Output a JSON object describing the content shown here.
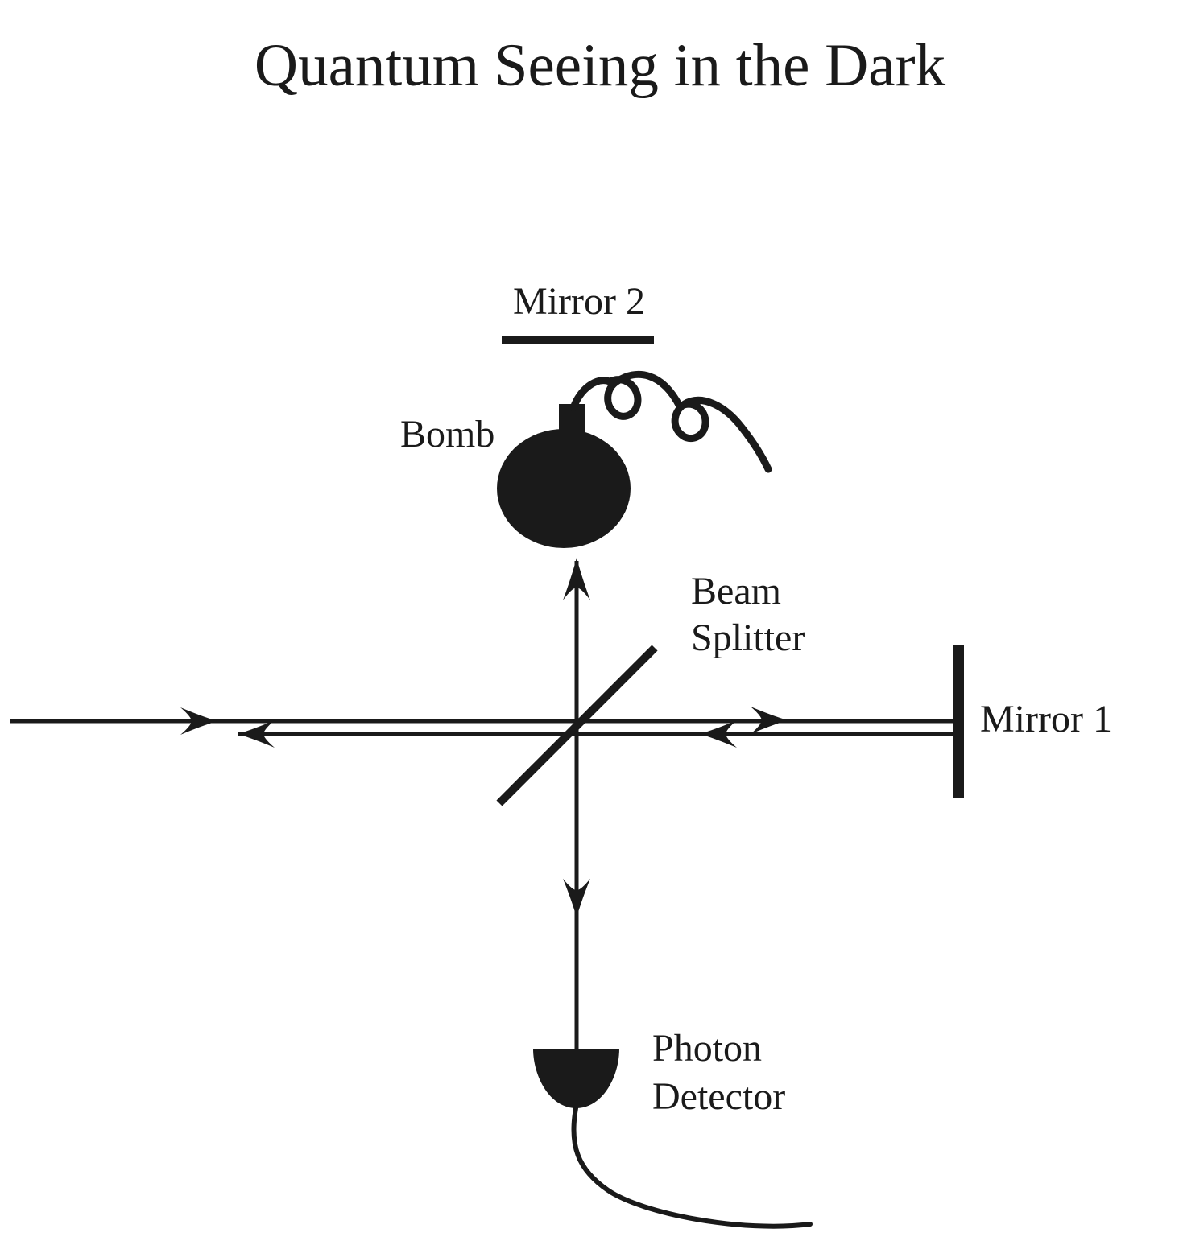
{
  "title": "Quantum Seeing in the Dark",
  "labels": {
    "mirror2": "Mirror 2",
    "bomb": "Bomb",
    "beam_splitter": [
      "Beam",
      "Splitter"
    ],
    "mirror1": "Mirror 1",
    "photon_detector": [
      "Photon",
      "Detector"
    ]
  },
  "colors": {
    "ink": "#1a1a1a",
    "background": "#ffffff"
  }
}
